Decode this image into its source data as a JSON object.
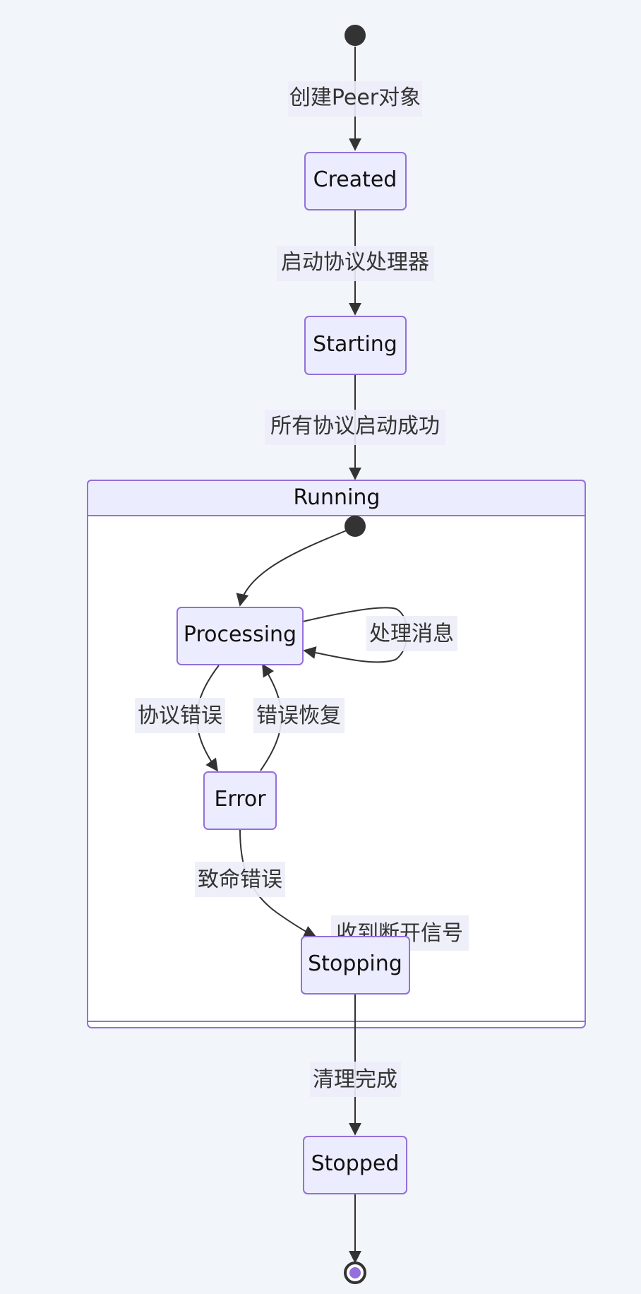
{
  "states": {
    "created": "Created",
    "starting": "Starting",
    "running": "Running",
    "processing": "Processing",
    "error": "Error",
    "stopping": "Stopping",
    "stopped": "Stopped"
  },
  "transitions": {
    "create_peer": "创建Peer对象",
    "start_handlers": "启动协议处理器",
    "all_started": "所有协议启动成功",
    "handle_message": "处理消息",
    "protocol_error": "协议错误",
    "error_recovery": "错误恢复",
    "fatal_error": "致命错误",
    "disconnect_signal": "收到断开信号",
    "cleanup_done": "清理完成"
  },
  "colors": {
    "background": "#f2f5f9",
    "state_fill": "#ececff",
    "state_border": "#9370db",
    "edge": "#333333",
    "label_bg": "#ecedf8",
    "final_inner": "#9370db"
  }
}
